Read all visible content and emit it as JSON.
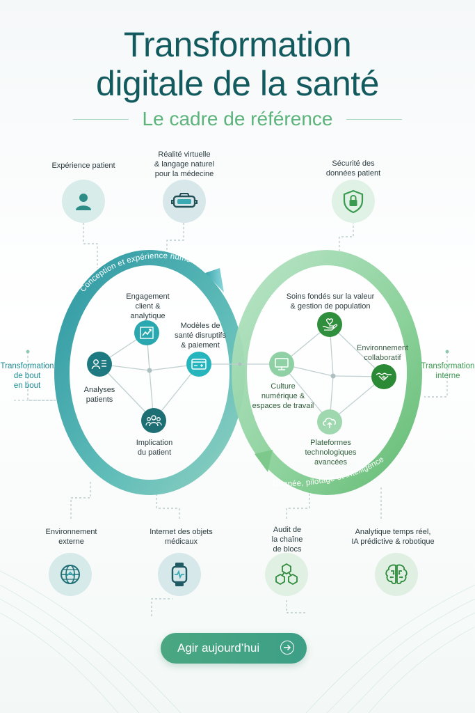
{
  "header": {
    "title_line1": "Transformation",
    "title_line2": "digitale de la santé",
    "subtitle": "Le cadre de référence"
  },
  "top_items": [
    {
      "label": "Expérience patient",
      "icon": "user-icon"
    },
    {
      "label": "Réalité virtuelle\n& langage naturel\npour la médecine",
      "icon": "vr-headset-icon"
    },
    {
      "label": "Sécurité des\ndonnées patient",
      "icon": "shield-lock-icon"
    }
  ],
  "side_labels": {
    "left": "Transformation\nde bout\nen bout",
    "right": "Transformation\ninterne"
  },
  "loop_labels": {
    "left_arc": "Conception et expérience numérique",
    "right_arc": "Donnée, pilotage et intelligence"
  },
  "left_nodes": [
    {
      "label": "Engagement\nclient &\nanalytique",
      "icon": "chart-growth-icon"
    },
    {
      "label": "Modèles de\nsanté disruptifs\n& paiement",
      "icon": "payment-card-icon"
    },
    {
      "label": "Analyses\npatients",
      "icon": "patient-list-icon"
    },
    {
      "label": "Implication\ndu patient",
      "icon": "group-icon"
    }
  ],
  "right_nodes": [
    {
      "label": "Soins fondés sur la valeur\n& gestion de population",
      "icon": "heart-hands-icon"
    },
    {
      "label": "Environnement\ncollaboratif",
      "icon": "handshake-icon"
    },
    {
      "label": "Culture\nnumérique &\nespaces de travail",
      "icon": "monitor-icon"
    },
    {
      "label": "Plateformes\ntechnologiques\navancées",
      "icon": "cloud-upload-icon"
    }
  ],
  "bottom_items": [
    {
      "label": "Environnement\nexterne",
      "icon": "globe-icon"
    },
    {
      "label": "Internet des objets\nmédicaux",
      "icon": "smartwatch-icon"
    },
    {
      "label": "Audit de\nla chaîne\nde blocs",
      "icon": "blocks-icon"
    },
    {
      "label": "Analytique temps réel,\nIA prédictive & robotique",
      "icon": "brain-circuit-icon"
    }
  ],
  "cta": {
    "label": "Agir aujourd’hui"
  },
  "colors": {
    "title": "#135a5e",
    "subtitle": "#5cb37c",
    "teal": "#2a9aa0",
    "dark_teal": "#1d6f74",
    "green": "#3f9f4f",
    "light_green": "#8fd1a4",
    "icon_bg": "#dcecec"
  }
}
